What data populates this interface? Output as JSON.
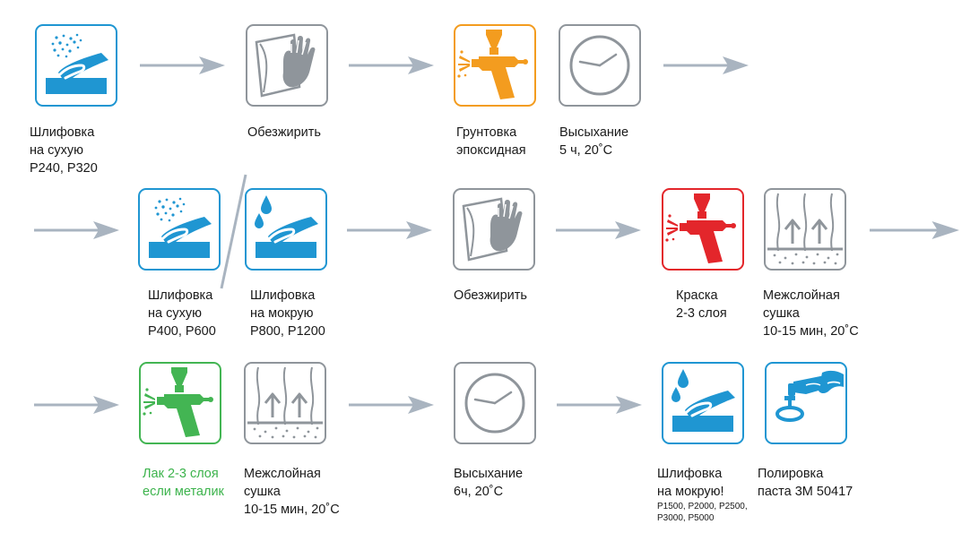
{
  "colors": {
    "blue": "#1f96d2",
    "orange": "#f39c1f",
    "red": "#e3262b",
    "green": "#43b553",
    "gray": "#8f959b",
    "arrow": "#a9b4c0"
  },
  "steps": {
    "sand_dry_1": {
      "icon": "dry-sanding-icon",
      "lines": [
        "Шлифовка",
        "на сухую",
        "P240, P320"
      ]
    },
    "degrease_1": {
      "icon": "degrease-hand-icon",
      "lines": [
        "Обезжирить"
      ]
    },
    "primer": {
      "icon": "spray-gun-icon",
      "lines": [
        "Грунтовка",
        "эпоксидная"
      ]
    },
    "dry_1": {
      "icon": "clock-icon",
      "lines": [
        "Высыхание",
        "5 ч, 20˚С"
      ]
    },
    "sand_dry_2": {
      "icon": "dry-sanding-icon",
      "lines": [
        "Шлифовка",
        "на сухую",
        "P400, P600"
      ]
    },
    "sand_wet_1": {
      "icon": "wet-sanding-icon",
      "lines": [
        "Шлифовка",
        "на мокрую",
        "P800, P1200"
      ]
    },
    "degrease_2": {
      "icon": "degrease-hand-icon",
      "lines": [
        "Обезжирить"
      ]
    },
    "paint": {
      "icon": "spray-gun-icon",
      "lines": [
        "Краска",
        "2-3 слоя"
      ]
    },
    "flash_1": {
      "icon": "flash-off-drying-icon",
      "lines": [
        "Межслойная",
        "сушка",
        "10-15 мин, 20˚С"
      ]
    },
    "lacquer": {
      "icon": "spray-gun-icon",
      "lines": [
        "Лак 2-3 слоя",
        "если металик"
      ]
    },
    "flash_2": {
      "icon": "flash-off-drying-icon",
      "lines": [
        "Межслойная",
        "сушка",
        "10-15 мин, 20˚С"
      ]
    },
    "dry_2": {
      "icon": "clock-icon",
      "lines": [
        "Высыхание",
        "6ч, 20˚С"
      ]
    },
    "sand_wet_2": {
      "icon": "wet-sanding-icon",
      "lines": [
        "Шлифовка",
        "на мокрую!"
      ],
      "small_lines": [
        "P1500, P2000, P2500,",
        "P3000, P5000"
      ]
    },
    "polish": {
      "icon": "polishing-icon",
      "lines": [
        "Полировка",
        "паста 3М 50417"
      ]
    }
  }
}
